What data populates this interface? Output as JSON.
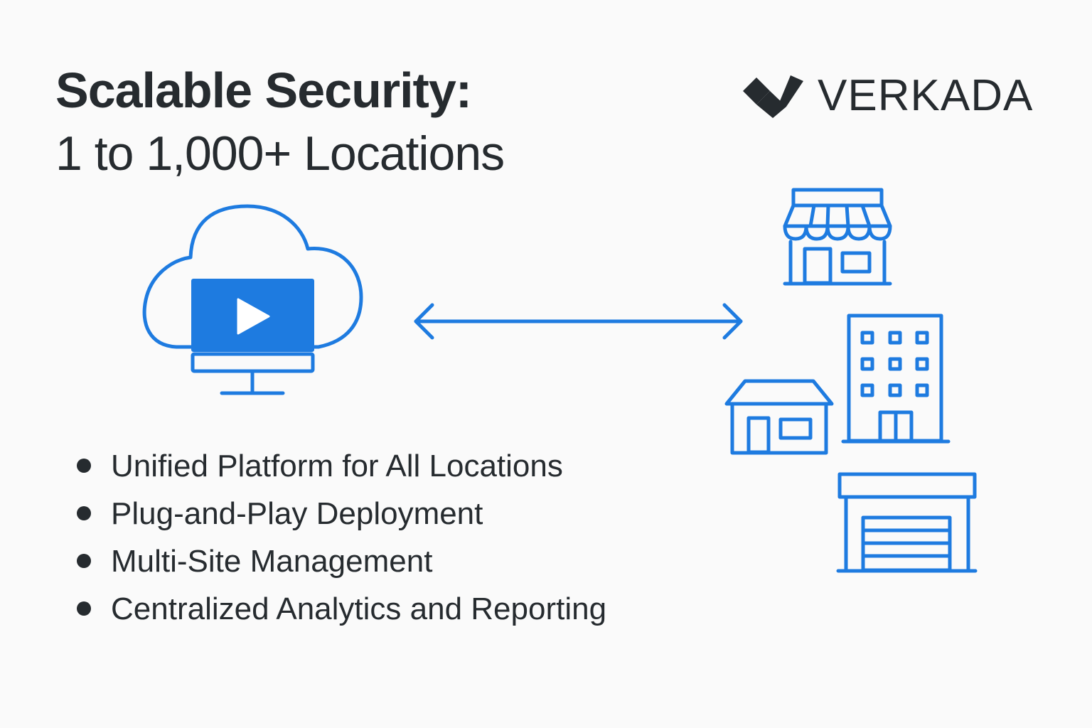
{
  "header": {
    "title": "Scalable Security:",
    "subtitle": "1 to 1,000+ Locations"
  },
  "brand": {
    "name": "VERKADA",
    "icon": "verkada-logo-icon"
  },
  "colors": {
    "accent": "#1e7be0",
    "text": "#262b2f",
    "background": "#fafafa"
  },
  "diagram": {
    "source_icon": "cloud-video-monitor-icon",
    "link_icon": "double-arrow-icon",
    "location_icons": [
      "storefront-icon",
      "house-icon",
      "office-building-icon",
      "warehouse-garage-icon"
    ]
  },
  "features": [
    {
      "label": "Unified Platform for All Locations"
    },
    {
      "label": "Plug-and-Play Deployment"
    },
    {
      "label": "Multi-Site Management"
    },
    {
      "label": "Centralized Analytics and Reporting"
    }
  ]
}
